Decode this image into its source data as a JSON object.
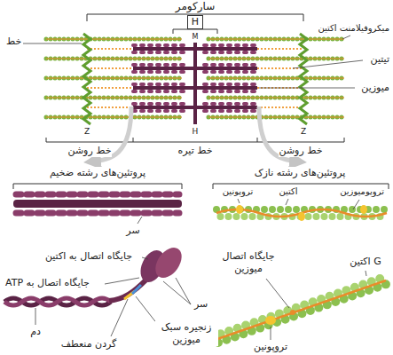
{
  "diagram": {
    "labels": [
      "سارکومر",
      "H",
      "خط",
      "میکروفیلامنت اکتین",
      "تیتین",
      "میوزین",
      "M",
      "Z",
      "H",
      "Z",
      "خط روشن",
      "خط تیره",
      "خط روشن",
      "پروتئین‌های رشته ضخیم",
      "پروتئین‌های رشته نازک",
      "تروپونین",
      "اکتین",
      "تروپومیوزین",
      "سر",
      "جایگاه اتصال به اکتین",
      "جایگاه اتصال میوزین",
      "G اکتین",
      "جایگاه اتصال به ATP",
      "سر",
      "دم",
      "زنجیره سبک میوزین",
      "گردن منعطف",
      "تروپونین"
    ]
  }
}
